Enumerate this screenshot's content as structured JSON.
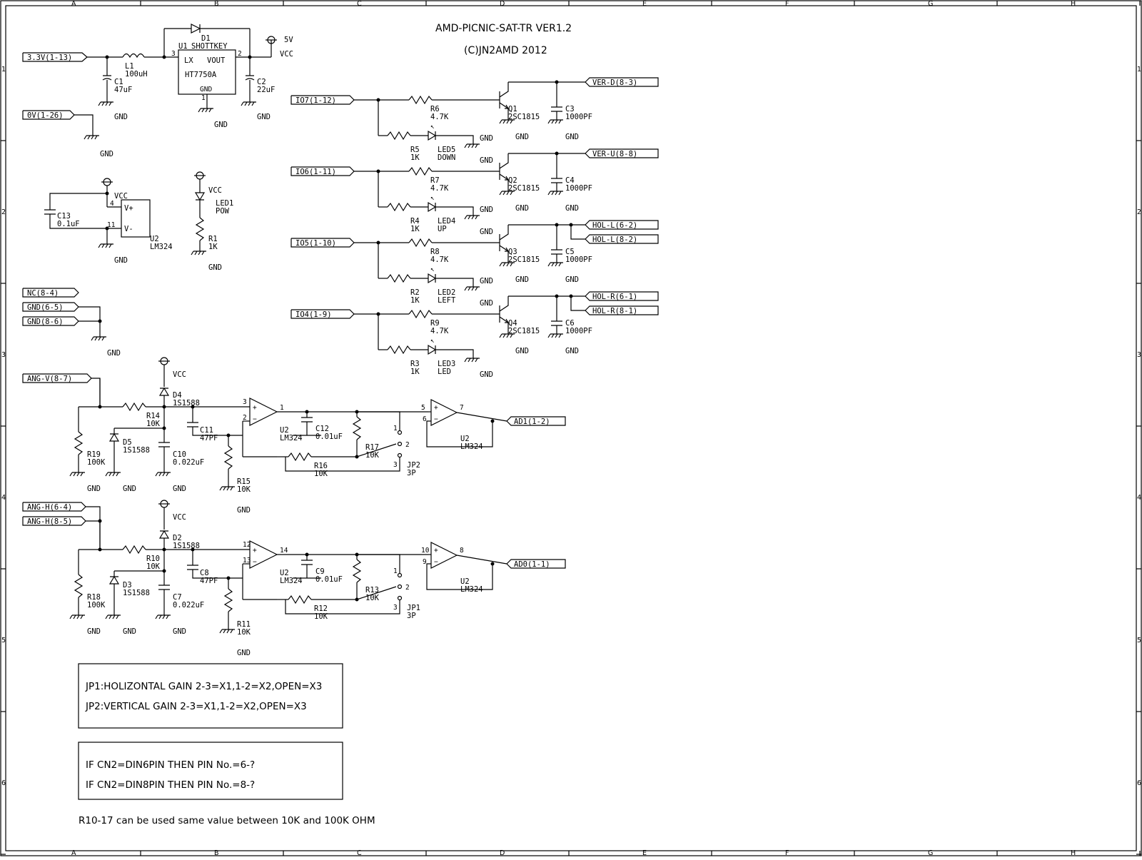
{
  "title": "AMD-PICNIC-SAT-TR VER1.2",
  "copyright": "(C)JN2AMD 2012",
  "frame": {
    "cols": [
      "A",
      "B",
      "C",
      "D",
      "E",
      "F",
      "G",
      "H"
    ],
    "rows": [
      "1",
      "2",
      "3",
      "4",
      "5",
      "6"
    ]
  },
  "ports": {
    "p33": "3.3V(1-13)",
    "p0v": "0V(1-26)",
    "nc": "NC(8-4)",
    "gnd65": "GND(6-5)",
    "gnd86": "GND(8-6)",
    "angv": "ANG-V(8-7)",
    "angh1": "ANG-H(6-4)",
    "angh2": "ANG-H(8-5)",
    "io7": "IO7(1-12)",
    "io6": "IO6(1-11)",
    "io5": "IO5(1-10)",
    "io4": "IO4(1-9)",
    "verd": "VER-D(8-3)",
    "veru": "VER-U(8-8)",
    "holl6": "HOL-L(6-2)",
    "holl8": "HOL-L(8-2)",
    "holr6": "HOL-R(6-1)",
    "holr8": "HOL-R(8-1)",
    "ad1": "AD1(1-2)",
    "ad0": "AD0(1-1)"
  },
  "supply": {
    "l1_ref": "L1",
    "l1_val": "100uH",
    "c1_ref": "C1",
    "c1_val": "47uF",
    "u1_ref": "U1",
    "u1_lx": "LX",
    "u1_vout": "VOUT",
    "u1_gnd": "GND",
    "u1_val": "HT7750A",
    "u1_p3": "3",
    "u1_p2": "2",
    "u1_p1": "1",
    "d1_ref": "D1",
    "d1_val": "SHOTTKEY",
    "c2_ref": "C2",
    "c2_val": "22uF",
    "vcc": "VCC",
    "v5": "5V"
  },
  "u2power": {
    "c13_ref": "C13",
    "c13_val": "0.1uF",
    "u2_ref": "U2",
    "u2_val": "LM324",
    "vp": "V+",
    "vm": "V-",
    "p4": "4",
    "p11": "11"
  },
  "led1": {
    "ref": "LED1",
    "val": "POW",
    "r1_ref": "R1",
    "r1_val": "1K"
  },
  "channels": [
    {
      "rb": "R6",
      "rbv": "4.7K",
      "rl": "R5",
      "rlv": "1K",
      "led": "LED5",
      "ledv": "DOWN",
      "q": "Q1",
      "qv": "2SC1815",
      "c": "C3",
      "cv": "1000PF"
    },
    {
      "rb": "R7",
      "rbv": "4.7K",
      "rl": "R4",
      "rlv": "1K",
      "led": "LED4",
      "ledv": "UP",
      "q": "Q2",
      "qv": "2SC1815",
      "c": "C4",
      "cv": "1000PF"
    },
    {
      "rb": "R8",
      "rbv": "4.7K",
      "rl": "R2",
      "rlv": "1K",
      "led": "LED2",
      "ledv": "LEFT",
      "q": "Q3",
      "qv": "2SC1815",
      "c": "C5",
      "cv": "1000PF"
    },
    {
      "rb": "R9",
      "rbv": "4.7K",
      "rl": "R3",
      "rlv": "1K",
      "led": "LED3",
      "ledv": "LED",
      "q": "Q4",
      "qv": "2SC1815",
      "c": "C6",
      "cv": "1000PF"
    }
  ],
  "analog": [
    {
      "d_top": "D4",
      "d_top_v": "1S1588",
      "r_in": "R14",
      "r_in_v": "10K",
      "r_pd": "R19",
      "r_pd_v": "100K",
      "d_bot": "D5",
      "d_bot_v": "1S1588",
      "c_in": "C10",
      "c_in_v": "0.022uF",
      "c_ff": "C11",
      "c_ff_v": "47PF",
      "r_g": "R15",
      "r_g_v": "10K",
      "c_fb": "C12",
      "c_fb_v": "0.01uF",
      "r_fb": "R17",
      "r_fb_v": "10K",
      "r_j": "R16",
      "r_j_v": "10K",
      "jp": "JP2",
      "jp_v": "3P",
      "u1": "U2",
      "u1_v": "LM324",
      "u2": "U2",
      "u2_v": "LM324",
      "pa_p": "3",
      "pa_n": "2",
      "pa_o": "1",
      "pb_p": "5",
      "pb_n": "6",
      "pb_o": "7"
    },
    {
      "d_top": "D2",
      "d_top_v": "1S1588",
      "r_in": "R10",
      "r_in_v": "10K",
      "r_pd": "R18",
      "r_pd_v": "100K",
      "d_bot": "D3",
      "d_bot_v": "1S1588",
      "c_in": "C7",
      "c_in_v": "0.022uF",
      "c_ff": "C8",
      "c_ff_v": "47PF",
      "r_g": "R11",
      "r_g_v": "10K",
      "c_fb": "C9",
      "c_fb_v": "0.01uF",
      "r_fb": "R13",
      "r_fb_v": "10K",
      "r_j": "R12",
      "r_j_v": "10K",
      "jp": "JP1",
      "jp_v": "3P",
      "u1": "U2",
      "u1_v": "LM324",
      "u2": "U2",
      "u2_v": "LM324",
      "pa_p": "12",
      "pa_n": "13",
      "pa_o": "14",
      "pb_p": "10",
      "pb_n": "9",
      "pb_o": "8"
    }
  ],
  "labels": {
    "gnd": "GND",
    "vcc": "VCC"
  },
  "notes": {
    "jp1": "JP1:HOLIZONTAL GAIN 2-3=X1,1-2=X2,OPEN=X3",
    "jp2": "JP2:VERTICAL GAIN 2-3=X1,1-2=X2,OPEN=X3",
    "cn6": "IF CN2=DIN6PIN THEN PIN No.=6-?",
    "cn8": "IF CN2=DIN8PIN THEN PIN No.=8-?",
    "r10": "R10-17 can be used same value between 10K and 100K OHM"
  }
}
